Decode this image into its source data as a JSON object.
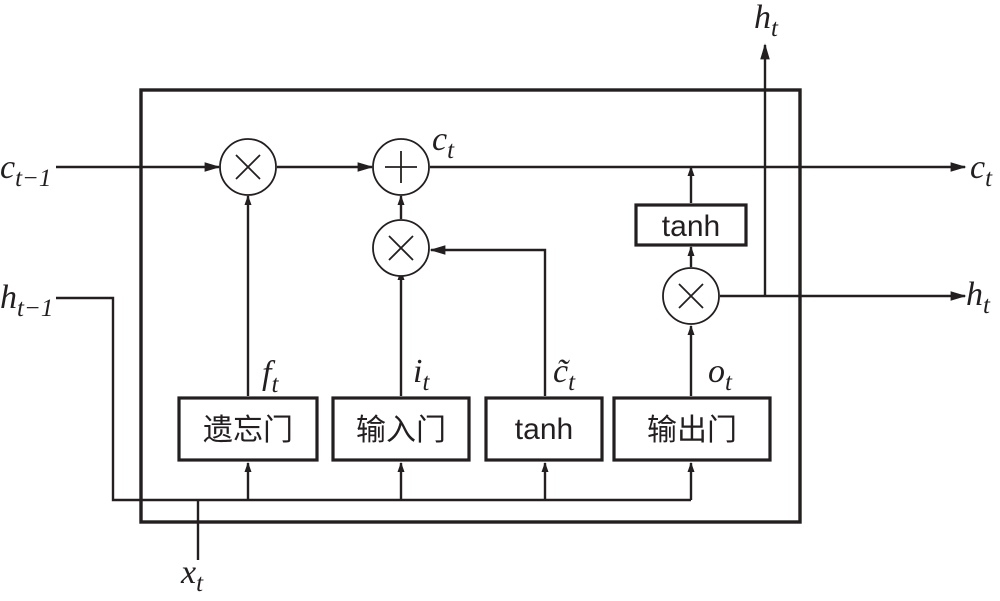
{
  "inputs": {
    "c_prev": {
      "base": "c",
      "sub": "t−1"
    },
    "h_prev": {
      "base": "h",
      "sub": "t−1"
    },
    "x": {
      "base": "x",
      "sub": "t"
    }
  },
  "outputs": {
    "c": {
      "base": "c",
      "sub": "t"
    },
    "h_right": {
      "base": "h",
      "sub": "t"
    },
    "h_top": {
      "base": "h",
      "sub": "t"
    }
  },
  "internal_labels": {
    "c_mid": {
      "base": "c",
      "sub": "t"
    },
    "f": {
      "base": "f",
      "sub": "t"
    },
    "i": {
      "base": "i",
      "sub": "t"
    },
    "c_tilde": {
      "base": "c̃",
      "sub": "t"
    },
    "o": {
      "base": "o",
      "sub": "t"
    }
  },
  "boxes": {
    "forget_gate": "遗忘门",
    "input_gate": "输入门",
    "candidate": "tanh",
    "output_gate": "输出门",
    "cell_tanh": "tanh"
  },
  "operators": {
    "multiply": "×",
    "add": "+"
  }
}
